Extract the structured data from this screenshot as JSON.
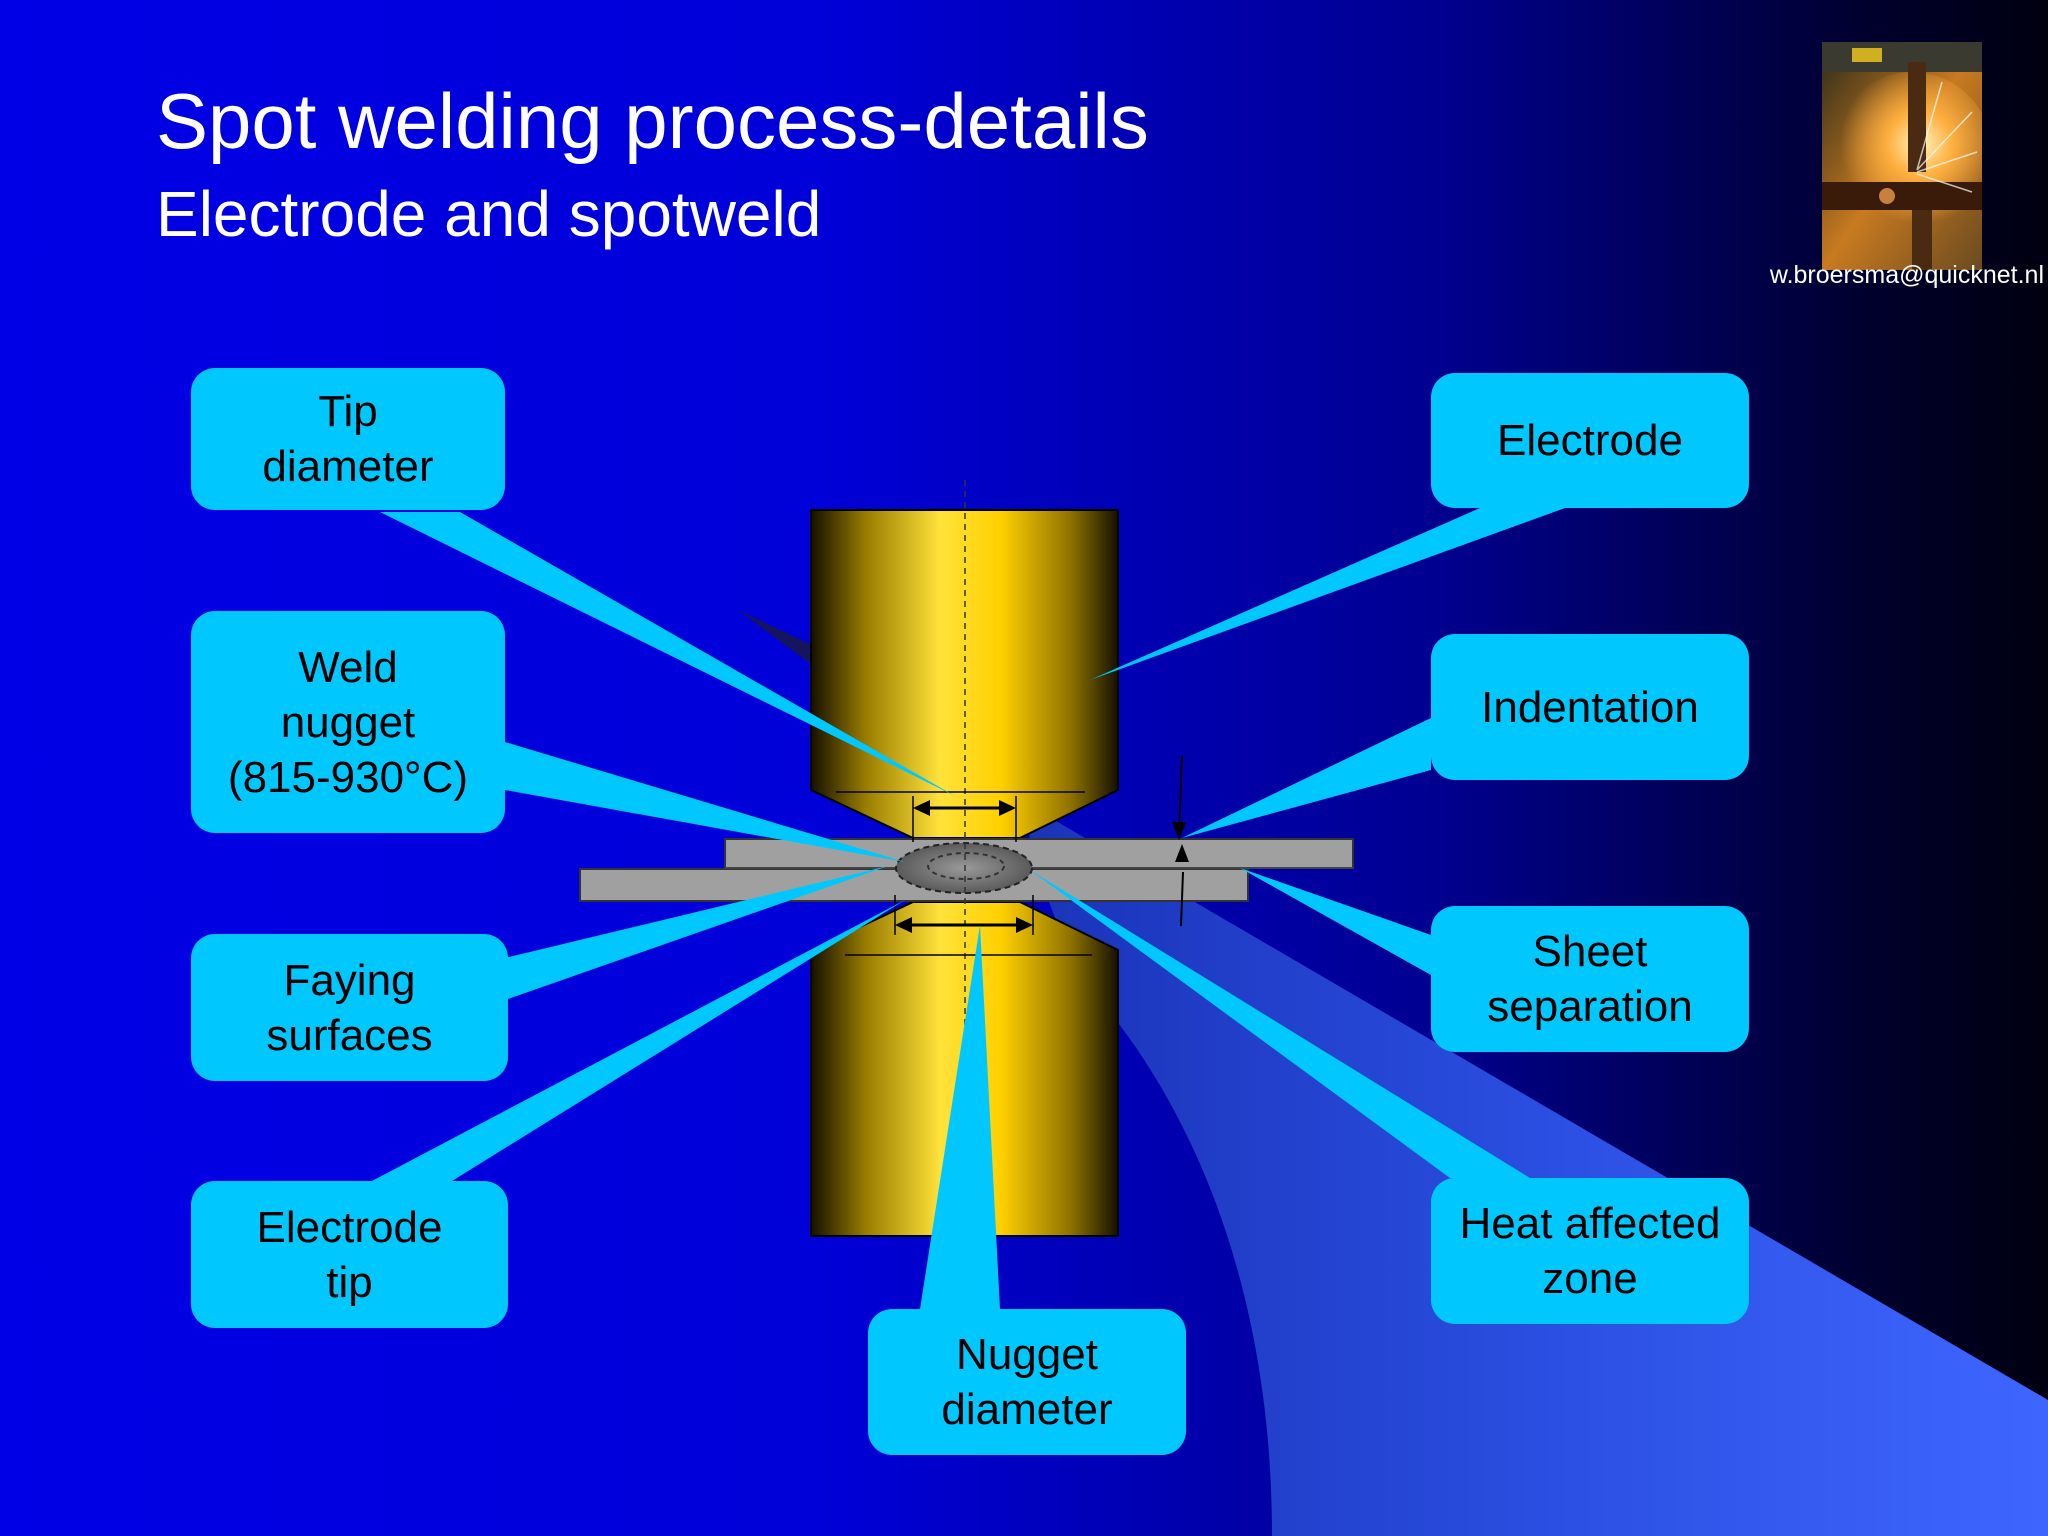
{
  "slide": {
    "title": "Spot welding process-details",
    "subtitle": "Electrode and spotweld",
    "email": "w.broersma@quicknet.nl"
  },
  "callouts": {
    "tip_diameter": "Tip\ndiameter",
    "weld_nugget": "Weld\nnugget\n(815-930°C)",
    "faying_surfaces": "Faying\nsurfaces",
    "electrode_tip": "Electrode\ntip",
    "electrode": "Electrode",
    "indentation": "Indentation",
    "sheet_separation": "Sheet\nseparation",
    "heat_affected_zone": "Heat affected\nzone",
    "nugget_diameter": "Nugget\ndiameter"
  },
  "colors": {
    "callout_fill": "#00c8ff",
    "electrode_gold": "#ffd400",
    "sheet_gray": "#a0a0a0",
    "background_blue": "#0000e6"
  }
}
